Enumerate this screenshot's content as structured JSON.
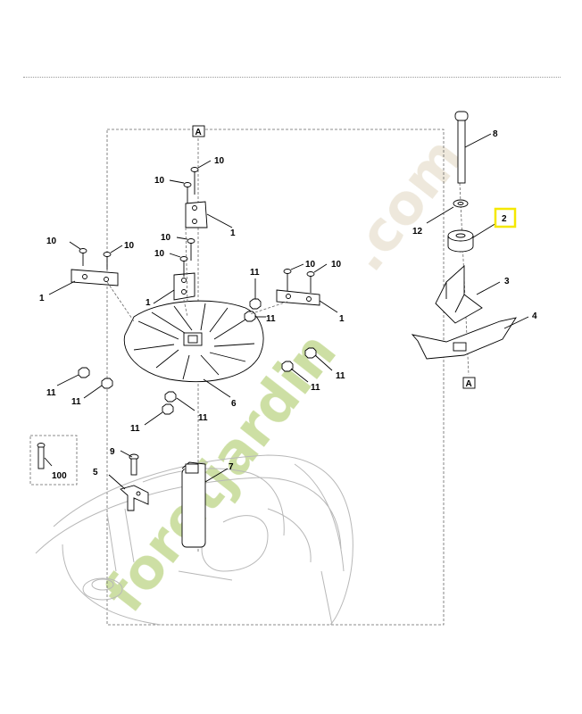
{
  "diagram": {
    "section_marker": "A",
    "highlighted_part": "2",
    "callouts": {
      "c8": "8",
      "c12": "12",
      "c2": "2",
      "c3": "3",
      "c4": "4",
      "c10a": "10",
      "c10b": "10",
      "c10c": "10",
      "c10d": "10",
      "c10e": "10",
      "c10f": "10",
      "c10g": "10",
      "c10h": "10",
      "c1a": "1",
      "c1b": "1",
      "c1c": "1",
      "c1d": "1",
      "c11a": "11",
      "c11b": "11",
      "c11c": "11",
      "c11d": "11",
      "c11e": "11",
      "c11f": "11",
      "c11g": "11",
      "c11h": "11",
      "c6": "6",
      "c7": "7",
      "c9": "9",
      "c5": "5",
      "c100": "100"
    }
  },
  "watermark": {
    "brand": "foretjardin.com",
    "colors": {
      "forest": "#c8dc9a",
      "garden": "#ece6d8"
    }
  }
}
